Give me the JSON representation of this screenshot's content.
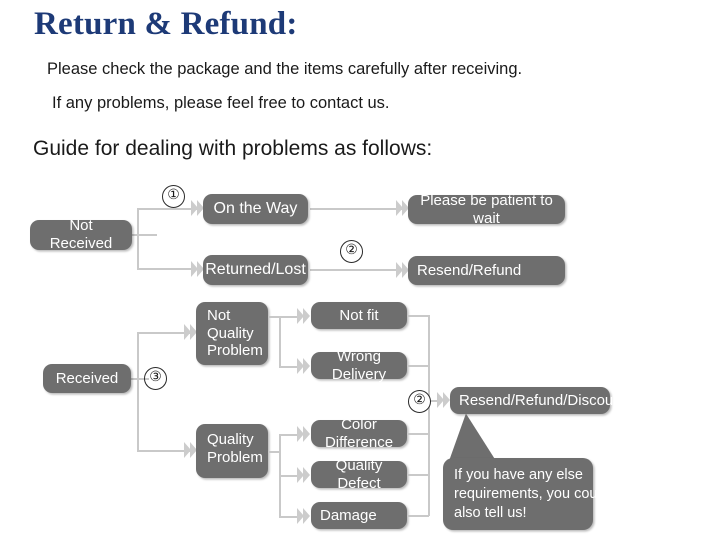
{
  "header": {
    "title": "Return & Refund:",
    "line1": "Please check the package and the items carefully after receiving.",
    "line2": "If any problems, please feel free to contact us.",
    "guide": "Guide for dealing with problems as follows:"
  },
  "markers": {
    "one": "①",
    "two": "②",
    "two_b": "②",
    "three": "③"
  },
  "flow": {
    "not_received": "Not Received",
    "on_the_way": "On the Way",
    "returned_lost": "Returned/Lost",
    "please_wait": "Please be patient to wait",
    "resend_refund": "Resend/Refund",
    "received": "Received",
    "not_quality_problem_l1": "Not",
    "not_quality_problem_l2": "Quality",
    "not_quality_problem_l3": "Problem",
    "quality_problem_l1": "Quality",
    "quality_problem_l2": "Problem",
    "not_fit": "Not fit",
    "wrong_delivery": "Wrong Delivery",
    "color_difference": "Color Difference",
    "quality_defect": "Quality Defect",
    "damage": "Damage",
    "resend_refund_discount": "Resend/Refund/Discount"
  },
  "bubble": {
    "line1": "If you have any else",
    "line2": "requirements, you could",
    "line3": "also tell us!"
  },
  "colors": {
    "title": "#1d3a77",
    "node": "#6e6e6e",
    "connector": "#c9c9c9",
    "text": "#1a1a1a"
  }
}
